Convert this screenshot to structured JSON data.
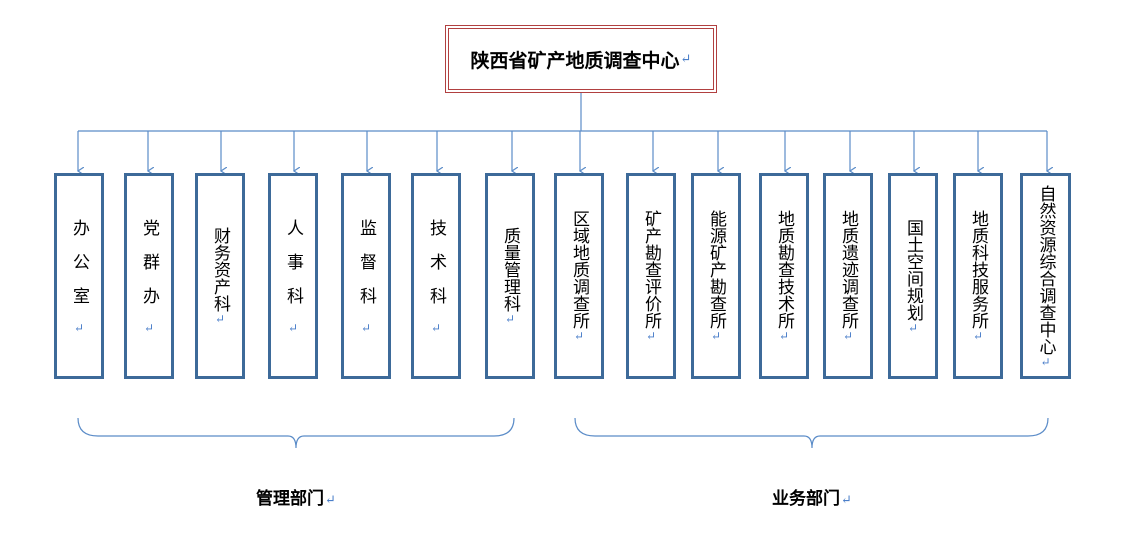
{
  "root": {
    "title": "陕西省矿产地质调查中心"
  },
  "departments": [
    {
      "label": "办公室"
    },
    {
      "label": "党群办"
    },
    {
      "label": "财务资产科"
    },
    {
      "label": "人事科"
    },
    {
      "label": "监督科"
    },
    {
      "label": "技术科"
    },
    {
      "label": "质量管理科"
    },
    {
      "label": "区域地质调查所"
    },
    {
      "label": "矿产勘查评价所"
    },
    {
      "label": "能源矿产勘查所"
    },
    {
      "label": "地质勘查技术所"
    },
    {
      "label": "地质遗迹调查所"
    },
    {
      "label": "国土空间规划"
    },
    {
      "label": "地质科技服务所"
    },
    {
      "label": "自然资源综合调查中心"
    }
  ],
  "groups": {
    "management": {
      "label": "管理部门"
    },
    "business": {
      "label": "业务部门"
    }
  },
  "colors": {
    "line": "#5b8cc8",
    "box_border": "#3d6a99",
    "root_border": "#b14040"
  },
  "paragraph_mark_icon": "↵"
}
